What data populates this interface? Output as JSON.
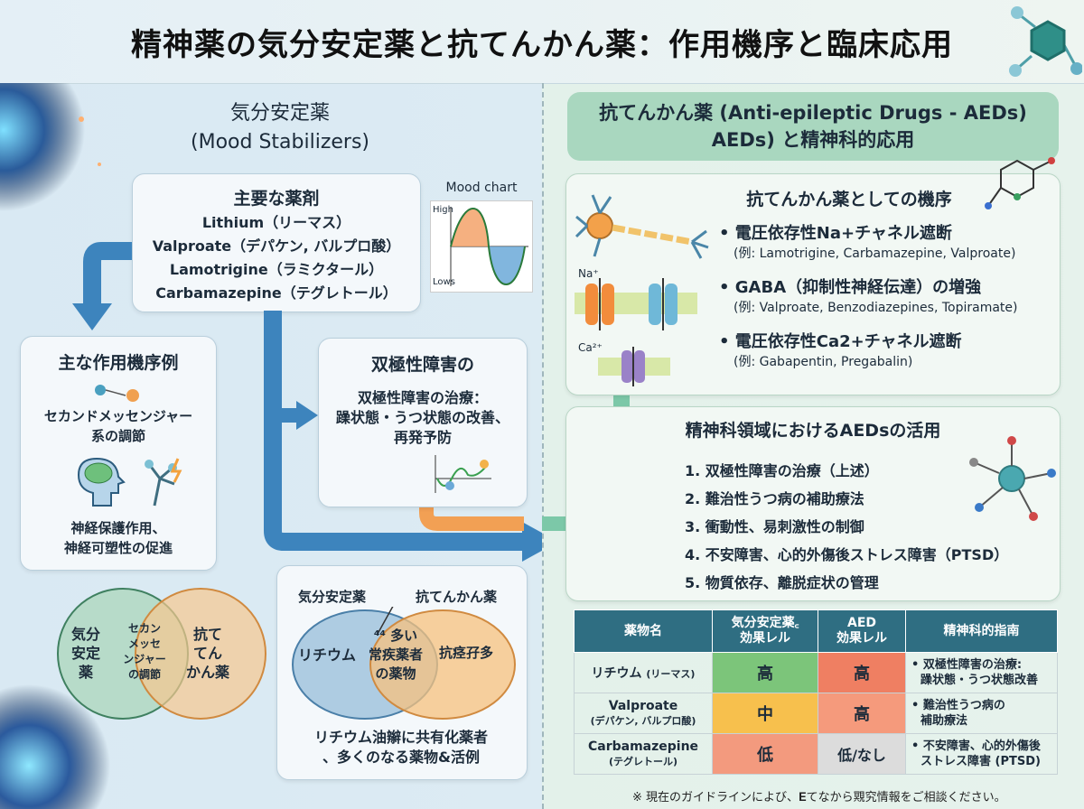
{
  "title": "精神薬の気分安定薬と抗てんかん薬：作用機序と臨床応用",
  "left": {
    "heading_line1": "気分安定薬",
    "heading_line2": "(Mood Stabilizers)",
    "main_drugs": {
      "label": "主要な薬剤",
      "items": [
        "Lithium（リーマス）",
        "Valproate（デパケン, バルプロ酸）",
        "Lamotrigine（ラミクタール）",
        "Carbamazepine（テグレトール）"
      ]
    },
    "mood_chart": {
      "label": "Mood chart",
      "high": "High",
      "low": "Lows"
    },
    "mechanism": {
      "label": "主な作用機序例",
      "second_messenger": [
        "セカンドメッセンジャー",
        "系の調節"
      ],
      "neuroprotect": [
        "神経保護作用、",
        "神経可塑性の促進"
      ]
    },
    "bipolar": {
      "label": "双極性障害の",
      "text": [
        "双極性障害の治療：",
        "躁状態・うつ状態の改善、",
        "再発予防"
      ]
    },
    "venn1": {
      "left": [
        "気分",
        "安定",
        "薬"
      ],
      "center": [
        "セカン",
        "メッセ",
        "ンジャー",
        "の調節"
      ],
      "right": [
        "抗て",
        "てん",
        "かん薬"
      ]
    },
    "venn2": {
      "left_label": "気分安定薬",
      "right_label": "抗てんかん薬",
      "left": "リチウム",
      "center": [
        "⁴⁴ 多い",
        "常疾薬者",
        "の薬物"
      ],
      "right": "抗痉孖多",
      "caption": [
        "リチウム油辮に共有化薬者",
        "、多くのなる薬物&活例"
      ]
    }
  },
  "right": {
    "heading_line1": "抗てんかん薬 (Anti-epileptic Drugs - AEDs)",
    "heading_line2": "AEDs) と精神科的応用",
    "mechanism": {
      "label": "抗てんかん薬としての機序",
      "ion_labels": {
        "na": "Na⁺",
        "ca": "Ca²⁺"
      },
      "items": [
        {
          "title": "• 電圧依存性Na+チャネル遮断",
          "sub": "(例: Lamotrigine, Carbamazepine, Valproate)"
        },
        {
          "title": "• GABA（抑制性神経伝達）の増強",
          "sub": "(例: Valproate, Benzodiazepines, Topiramate)"
        },
        {
          "title": "• 電圧依存性Ca2+チャネル遮断",
          "sub": "(例: Gabapentin, Pregabalin)"
        }
      ]
    },
    "psych_use": {
      "label": "精神科領域におけるAEDsの活用",
      "items": [
        "1. 双極性障害の治療（上述）",
        "2. 難治性うつ病の補助療法",
        "3. 衝動性、易刺激性の制御",
        "4. 不安障害、心的外傷後ストレス障害（PTSD）",
        "5. 物質依存、離脱症状の管理"
      ]
    },
    "table": {
      "headers": [
        "薬物名",
        "気分安定薬꜀\n効果レル",
        "AED\n効果レル",
        "精神科的指南"
      ],
      "rows": [
        {
          "name": "リチウム",
          "name_sub": "(リーマス)",
          "mood": "高",
          "aed": "高",
          "guide": [
            "• 双極性障害の治療:",
            "躁状態・うつ状態改善"
          ],
          "mood_color": "#7cc57a",
          "aed_color": "#ef7f62"
        },
        {
          "name": "Valproate",
          "name_sub": "(デパケン, バルプロ酸)",
          "mood": "中",
          "aed": "高",
          "guide": [
            "• 難治性うつ病の",
            "補助療法"
          ],
          "mood_color": "#f7c04d",
          "aed_color": "#f59a7c"
        },
        {
          "name": "Carbamazepine",
          "name_sub": "(テグレトール)",
          "mood": "低",
          "aed": "低/なし",
          "guide": [
            "• 不安障害、心的外傷後",
            "ストレス障害 (PTSD)"
          ],
          "mood_color": "#f39a7e",
          "aed_color": "#dcdcdc"
        }
      ]
    },
    "footnote": "※ 現在のガイドラインによび、𝐄てなから覭究情報をご相談ください。"
  }
}
